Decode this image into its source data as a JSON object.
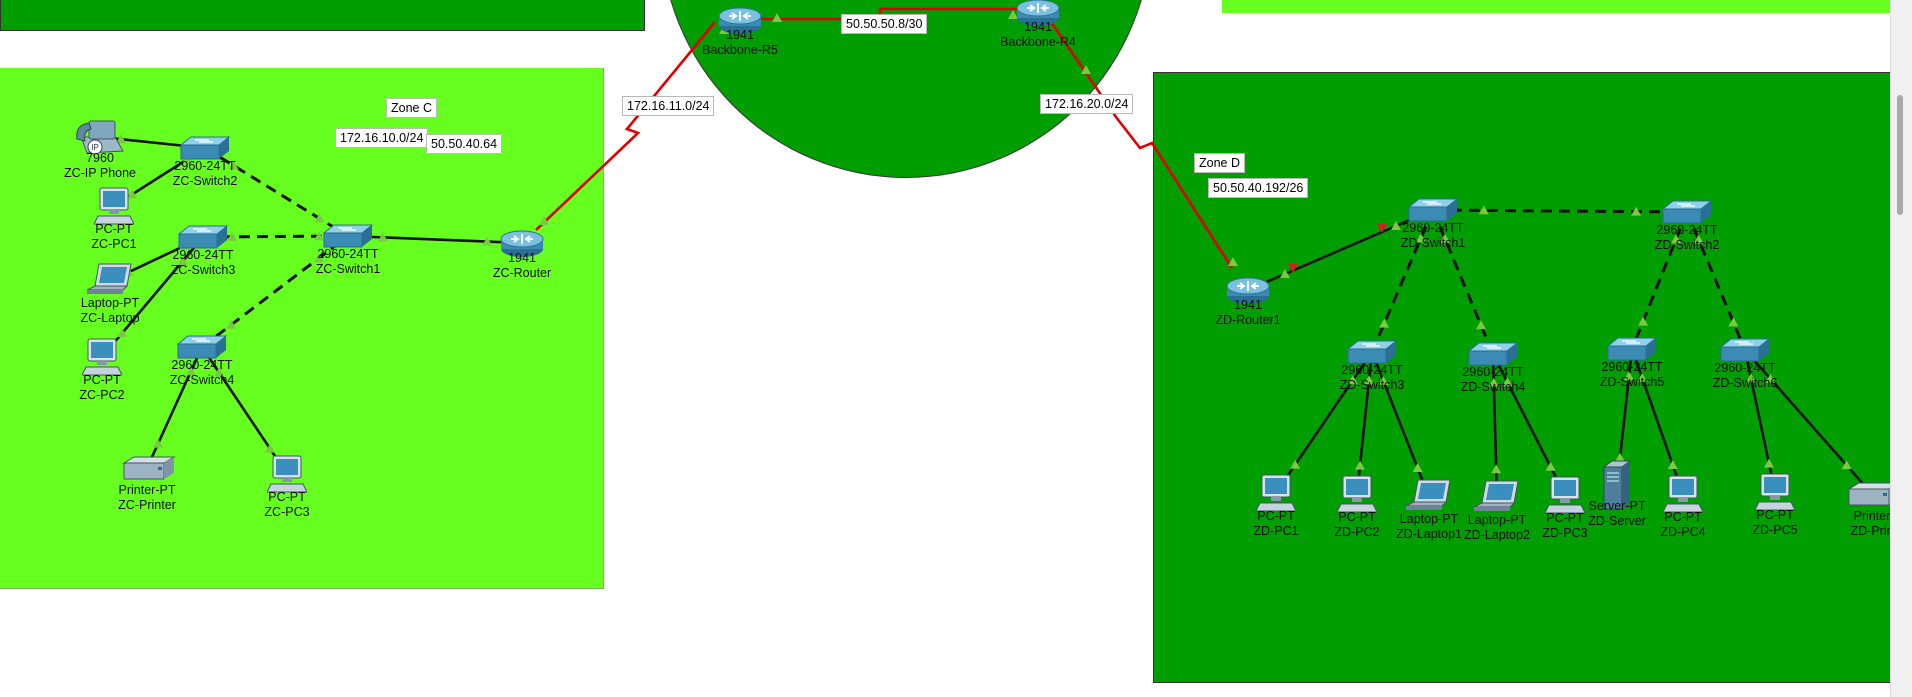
{
  "colors": {
    "zone_light": "#66ff1f",
    "zone_dark": "#009e00",
    "serial_link": "#e00000",
    "link_up_arrow": "#7ac943",
    "link_down_arrow": "#cc2222"
  },
  "zones": {
    "zone_c": {
      "label": "Zone C",
      "networks": [
        "172.16.10.0/24",
        "50.50.40.64"
      ]
    },
    "zone_d": {
      "label": "Zone D",
      "networks": [
        "50.50.40.192/26"
      ]
    }
  },
  "links": {
    "backbone_link": "50.50.50.8/30",
    "zc_uplink": "172.16.11.0/24",
    "zd_uplink": "172.16.20.0/24"
  },
  "devices": {
    "backbone_r5": {
      "model": "1941",
      "name": "Backbone-R5",
      "icon": "router-icon"
    },
    "backbone_r4": {
      "model": "1941",
      "name": "Backbone-R4",
      "icon": "router-icon"
    },
    "zc_ip_phone": {
      "model": "7960",
      "name": "ZC-IP Phone",
      "icon": "ip-phone-icon"
    },
    "zc_switch2": {
      "model": "2960-24TT",
      "name": "ZC-Switch2",
      "icon": "switch-icon"
    },
    "zc_pc1": {
      "model": "PC-PT",
      "name": "ZC-PC1",
      "icon": "pc-icon"
    },
    "zc_switch3": {
      "model": "2960-24TT",
      "name": "ZC-Switch3",
      "icon": "switch-icon"
    },
    "zc_switch1": {
      "model": "2960-24TT",
      "name": "ZC-Switch1",
      "icon": "switch-icon"
    },
    "zc_router": {
      "model": "1941",
      "name": "ZC-Router",
      "icon": "router-icon"
    },
    "zc_laptop": {
      "model": "Laptop-PT",
      "name": "ZC-Laptop",
      "icon": "laptop-icon"
    },
    "zc_pc2": {
      "model": "PC-PT",
      "name": "ZC-PC2",
      "icon": "pc-icon"
    },
    "zc_switch4": {
      "model": "2960-24TT",
      "name": "ZC-Switch4",
      "icon": "switch-icon"
    },
    "zc_printer": {
      "model": "Printer-PT",
      "name": "ZC-Printer",
      "icon": "printer-icon"
    },
    "zc_pc3": {
      "model": "PC-PT",
      "name": "ZC-PC3",
      "icon": "pc-icon"
    },
    "zd_router1": {
      "model": "1941",
      "name": "ZD-Router1",
      "icon": "router-icon"
    },
    "zd_switch1": {
      "model": "2960-24TT",
      "name": "ZD-Switch1",
      "icon": "switch-icon"
    },
    "zd_switch2": {
      "model": "2960-24TT",
      "name": "ZD-Switch2",
      "icon": "switch-icon"
    },
    "zd_switch3": {
      "model": "2960-24TT",
      "name": "ZD-Switch3",
      "icon": "switch-icon"
    },
    "zd_switch4": {
      "model": "2960-24TT",
      "name": "ZD-Switch4",
      "icon": "switch-icon"
    },
    "zd_switch5": {
      "model": "2960-24TT",
      "name": "ZD-Switch5",
      "icon": "switch-icon"
    },
    "zd_switch6": {
      "model": "2960-24TT",
      "name": "ZD-Switch6",
      "icon": "switch-icon"
    },
    "zd_pc1": {
      "model": "PC-PT",
      "name": "ZD-PC1",
      "icon": "pc-icon"
    },
    "zd_pc2": {
      "model": "PC-PT",
      "name": "ZD-PC2",
      "icon": "pc-icon"
    },
    "zd_laptop1": {
      "model": "Laptop-PT",
      "name": "ZD-Laptop1",
      "icon": "laptop-icon"
    },
    "zd_laptop2": {
      "model": "Laptop-PT",
      "name": "ZD-Laptop2",
      "icon": "laptop-icon"
    },
    "zd_pc3": {
      "model": "PC-PT",
      "name": "ZD-PC3",
      "icon": "pc-icon"
    },
    "zd_server": {
      "model": "Server-PT",
      "name": "ZD-Server",
      "icon": "server-icon"
    },
    "zd_pc4": {
      "model": "PC-PT",
      "name": "ZD-PC4",
      "icon": "pc-icon"
    },
    "zd_pc5": {
      "model": "PC-PT",
      "name": "ZD-PC5",
      "icon": "pc-icon"
    },
    "zd_printer": {
      "model": "Printer",
      "name": "ZD-Prin",
      "icon": "printer-icon"
    }
  }
}
